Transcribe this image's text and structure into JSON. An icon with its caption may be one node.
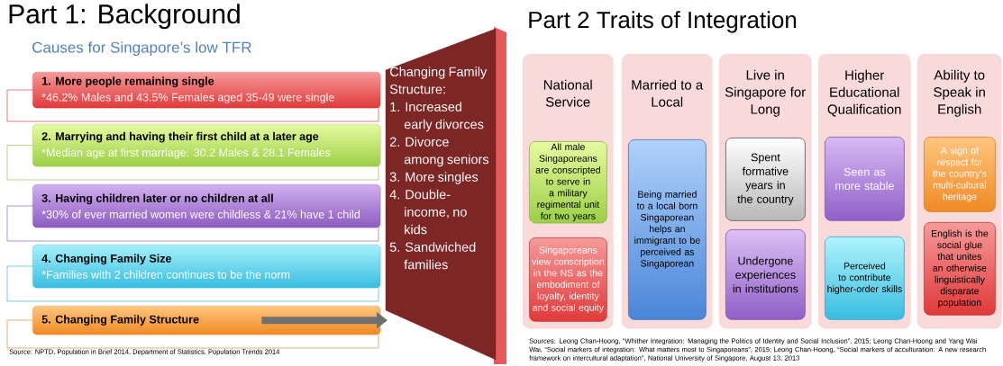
{
  "diagram": {
    "nodes": [
      {
        "text": [
          "1. More people remaining single",
          "*46.2% Males and 43.5% Females aged 35-49 were single"
        ]
      },
      {
        "text": [
          "2. Marrying and having their first child at a later age",
          "*Median age at first marriage: 30.2 Males & 28.1 Females"
        ]
      },
      {
        "text": [
          "3.  Having children later or no children at all",
          "*30% of ever married women were childless & 21% have 1 child"
        ]
      },
      {
        "text": [
          "4. Changing Family Size",
          "*Families with 2 children continues to be the norm"
        ]
      },
      {
        "text": [
          "5. Changing Family Structure"
        ]
      },
      {
        "text": [
          "Changing Family Structure:",
          "1. Increased early divorces",
          "2. Divorce among seniors",
          "3. More singles",
          "4. Double-income, no kids",
          "5. Sandwiched families"
        ]
      },
      {
        "text": [
          "National Service"
        ]
      },
      {
        "text": [
          "All male Singaporeans are conscripted to serve in a military regimental unit for two years"
        ],
        "in": 6
      },
      {
        "text": [
          "Singaporeans view conscription in the NS as the embodiment of loyalty, identity and social equity"
        ],
        "in": 6
      },
      {
        "text": [
          "Married to a Local"
        ]
      },
      {
        "text": [
          "Being married to a local born Singaporean helps an immigrant to be perceived as Singaporean"
        ],
        "in": 9
      },
      {
        "text": [
          "Live in Singapore for Long"
        ]
      },
      {
        "text": [
          "Spent formative years in the country"
        ],
        "in": 11
      },
      {
        "text": [
          "Undergone experiences in institutions"
        ],
        "in": 11
      },
      {
        "text": [
          "Higher Educational Qualification"
        ]
      },
      {
        "text": [
          "Seen as more stable"
        ],
        "in": 14
      },
      {
        "text": [
          "Perceived to contribute higher-order skills"
        ],
        "in": 14
      },
      {
        "text": [
          "Ability to Speak in English"
        ]
      },
      {
        "text": [
          "A sign of respect for the country’s multi-cultural heritage"
        ],
        "in": 17
      },
      {
        "text": [
          "English is the social glue that unites an otherwise linguistically disparate population"
        ],
        "in": 17
      }
    ],
    "edges": [
      {
        "from": 4,
        "to": 5,
        "arrow": "to"
      }
    ],
    "labels": [
      "Part 1: Background",
      "Causes for Singapore’s low TFR",
      "Source: NPTD, Population in Brief 2014, Department of Statistics, Population Trends 2014",
      "Part 2 Traits of Integration",
      "Sources: Leong Chan-Hoong, “Whither Integration: Managing the Politics of Identity and Social Inclusion”, 2015;  Leong Chan-Hoong and Yang Wai Wai, “Social markers of integration: What matters most to Singaporeans”, 2015; Leong Chan-Hoong, “Social markers of acculturation: A new research framework on intercultural adaptation”, National University of Singapore, August 13, 2013"
    ]
  }
}
